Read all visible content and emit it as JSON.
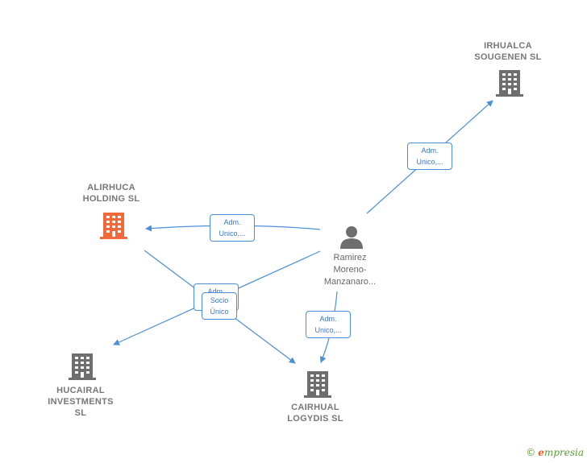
{
  "colors": {
    "edge": "#4a90d9",
    "building_default": "#6e6e6e",
    "building_highlight": "#f26a3c",
    "person": "#6e6e6e"
  },
  "nodes": {
    "irhualca": {
      "label": "IRHUALCA\nSOUGENEN  SL",
      "icon": "building-icon"
    },
    "alirhuca": {
      "label": "ALIRHUCA\nHOLDING  SL",
      "icon": "building-icon"
    },
    "ramirez": {
      "label": "Ramirez\nMoreno-\nManzanaro...",
      "icon": "person-icon"
    },
    "hucairal": {
      "label": "HUCAIRAL\nINVESTMENTS\nSL",
      "icon": "building-icon"
    },
    "cairhual": {
      "label": "CAIRHUAL\nLOGYDIS  SL",
      "icon": "building-icon"
    }
  },
  "edges": {
    "to_irhualca": "Adm.\nUnico,...",
    "to_alirhuca": "Adm.\nUnico,...",
    "to_cairhual": "Adm.\nUnico,...",
    "ramirez_to_hucairal": "Adm.\nUnico,...",
    "alirhuca_to_cairhual": "Socio\nÚnico"
  },
  "brand": {
    "copyright": "©",
    "initial": "e",
    "rest": "mpresia"
  }
}
